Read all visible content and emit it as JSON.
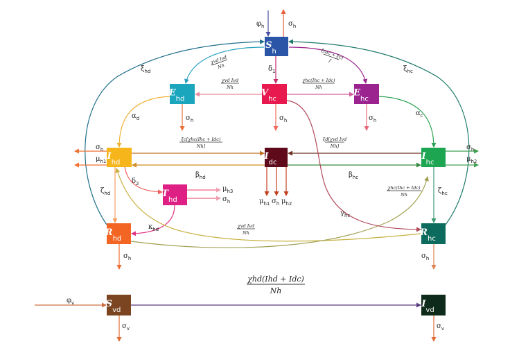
{
  "title": "Vaccination model compartment diagram",
  "nodes": {
    "Sh": {
      "main": "S",
      "sub": "h",
      "color": "#2b56a8"
    },
    "Ehd": {
      "main": "E",
      "sub": "hd",
      "color": "#1ba6bd"
    },
    "Vhc": {
      "main": "V",
      "sub": "hc",
      "color": "#e8194e"
    },
    "Ehc": {
      "main": "E",
      "sub": "hc",
      "color": "#9b2390"
    },
    "Ihd": {
      "main": "I",
      "sub": "hd",
      "color": "#f7b51c"
    },
    "Idc": {
      "main": "I",
      "sub": "dc",
      "color": "#5e0a1a"
    },
    "Ihc": {
      "main": "I",
      "sub": "hc",
      "color": "#1da552"
    },
    "Thd": {
      "main": "T",
      "sub": "hd",
      "color": "#de1f84"
    },
    "Rhd": {
      "main": "R",
      "sub": "hd",
      "color": "#f26522"
    },
    "Rhc": {
      "main": "R",
      "sub": "hc",
      "color": "#0d6b5d"
    },
    "Svd": {
      "main": "S",
      "sub": "vd",
      "color": "#7a4520"
    },
    "Ivd": {
      "main": "I",
      "sub": "vd",
      "color": "#0d2a1a"
    }
  },
  "rates": {
    "phi_h": {
      "main": "φ",
      "sub": "h"
    },
    "sigma_h_top": {
      "main": "σ",
      "sub": "h"
    },
    "xi_hd": {
      "main": "ξ",
      "sub": "hd"
    },
    "xi_hc": {
      "main": "ξ",
      "sub": "hc"
    },
    "delta1": {
      "main": "δ",
      "sub": "1"
    },
    "sigma_h_ehd": {
      "main": "σ",
      "sub": "h"
    },
    "sigma_h_vhc": {
      "main": "σ",
      "sub": "h"
    },
    "sigma_h_ehc": {
      "main": "σ",
      "sub": "h"
    },
    "alpha_d": {
      "main": "α",
      "sub": "d"
    },
    "alpha_c": {
      "main": "α",
      "sub": "c"
    },
    "sigma_h_ihd": {
      "main": "σ",
      "sub": "h"
    },
    "mu_h1_ihd": {
      "main": "μ",
      "sub": "h1"
    },
    "sigma_h_ihc": {
      "main": "σ",
      "sub": "h"
    },
    "mu_h2_ihc": {
      "main": "μ",
      "sub": "h2"
    },
    "beta_hd": {
      "main": "β",
      "sub": "hd"
    },
    "beta_hc": {
      "main": "β",
      "sub": "hc"
    },
    "delta2": {
      "main": "δ",
      "sub": "2"
    },
    "zeta_hd": {
      "main": "ζ",
      "sub": "hd"
    },
    "zeta_hc": {
      "main": "ζ",
      "sub": "hc"
    },
    "mu_h3": {
      "main": "μ",
      "sub": "h3"
    },
    "sigma_h_thd": {
      "main": "σ",
      "sub": "h"
    },
    "mu_h1_idc": {
      "main": "μ",
      "sub": "h1"
    },
    "sigma_h_idc": {
      "main": "σ",
      "sub": "h"
    },
    "mu_h2_idc": {
      "main": "μ",
      "sub": "h2"
    },
    "kappa_hd": {
      "main": "κ",
      "sub": "hd"
    },
    "gamma_hc": {
      "main": "γ",
      "sub": "hc"
    },
    "sigma_h_rhd": {
      "main": "σ",
      "sub": "h"
    },
    "sigma_h_rhc": {
      "main": "σ",
      "sub": "h"
    },
    "phi_v": {
      "main": "φ",
      "sub": "v"
    },
    "sigma_v_svd": {
      "main": "σ",
      "sub": "v"
    },
    "sigma_v_ivd": {
      "main": "σ",
      "sub": "v"
    }
  },
  "fractions": {
    "sh_ehd": {
      "num": "χvd Ivd",
      "den": "Nh"
    },
    "sh_ehc": {
      "num": "ξ(αc + ξc)",
      "den": "f"
    },
    "vhc_ehd": {
      "num": "χvd Ivd",
      "den": "Nh"
    },
    "vhc_ehc": {
      "num": "χhc(Ihc + Idc)",
      "den": "Nh"
    },
    "ihd_idc": {
      "num": "ξc[χhc(Ihc + Idc)",
      "den": "Nh]"
    },
    "ihc_idc": {
      "num": "ξd[χvd Ivd",
      "den": "Nh]"
    },
    "rhc_ihc": {
      "num": "χhc(Ihc + Idc)",
      "den": "Nh"
    },
    "rhd_ihd": {
      "num": "χvd Ivd",
      "den": "Nh"
    },
    "svd_ivd": {
      "num": "χhd(Ihd + Idc)",
      "den": "Nh"
    }
  }
}
